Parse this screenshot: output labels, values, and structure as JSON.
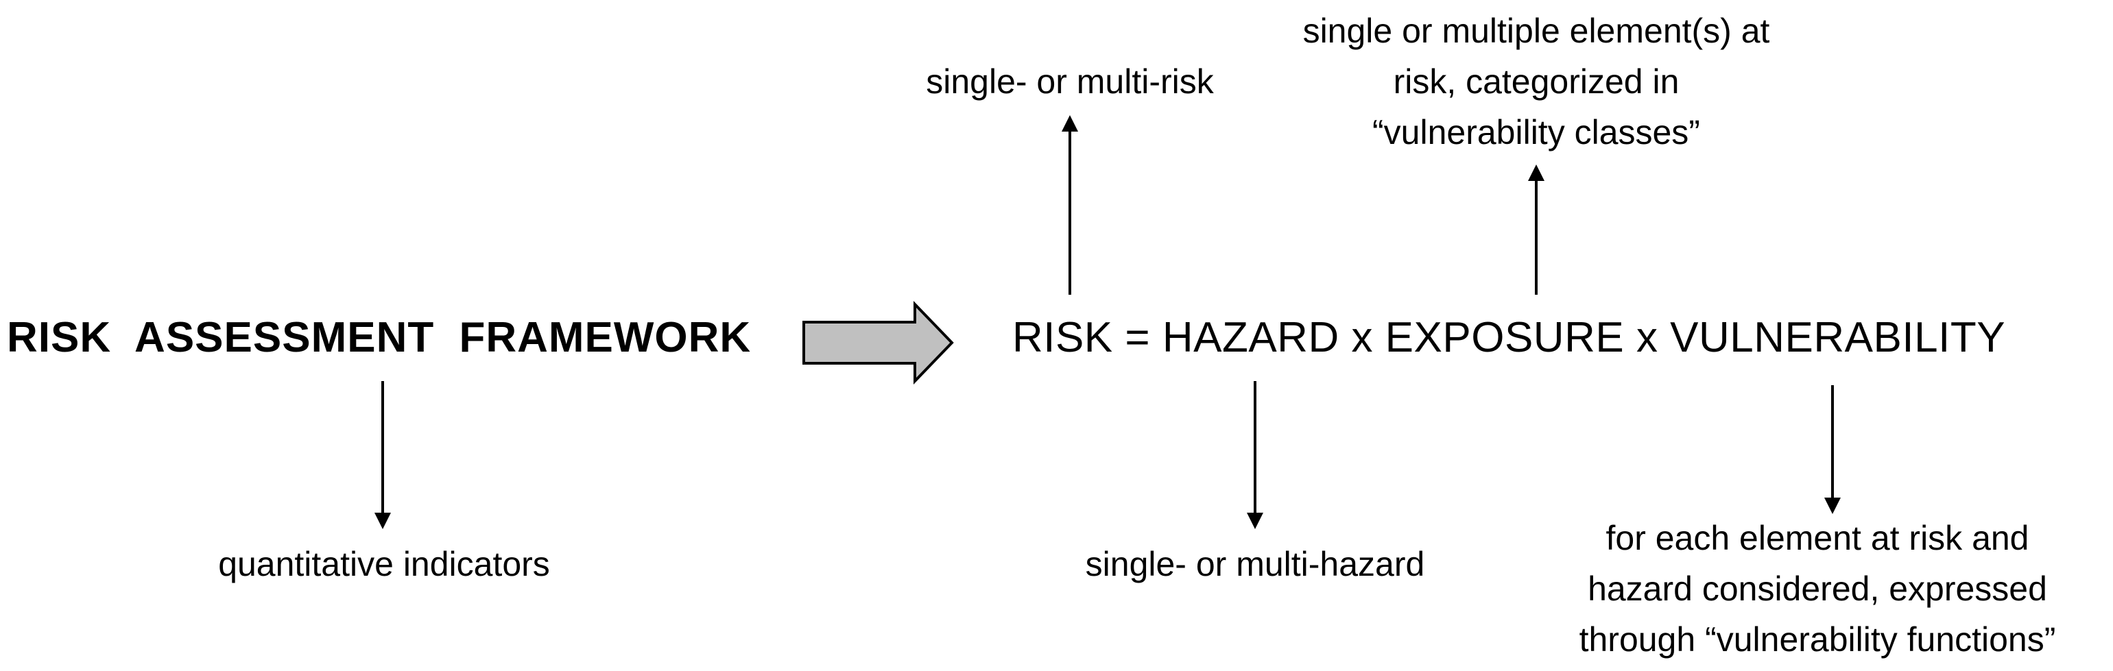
{
  "framework": {
    "title": "RISK ASSESSMENT FRAMEWORK",
    "output": "quantitative indicators"
  },
  "equation": {
    "text": "RISK = HAZARD x EXPOSURE x VULNERABILITY"
  },
  "annotations": {
    "risk": "single- or multi-risk",
    "hazard": "single- or multi-hazard",
    "exposure": [
      "single or multiple element(s) at",
      "risk, categorized in",
      "“vulnerability classes”"
    ],
    "vulnerability": [
      "for each element at risk and",
      "hazard considered, expressed",
      "through “vulnerability functions”"
    ]
  },
  "colors": {
    "text": "#000000",
    "block_arrow_fill": "#c0c0c0",
    "block_arrow_stroke": "#000000"
  }
}
